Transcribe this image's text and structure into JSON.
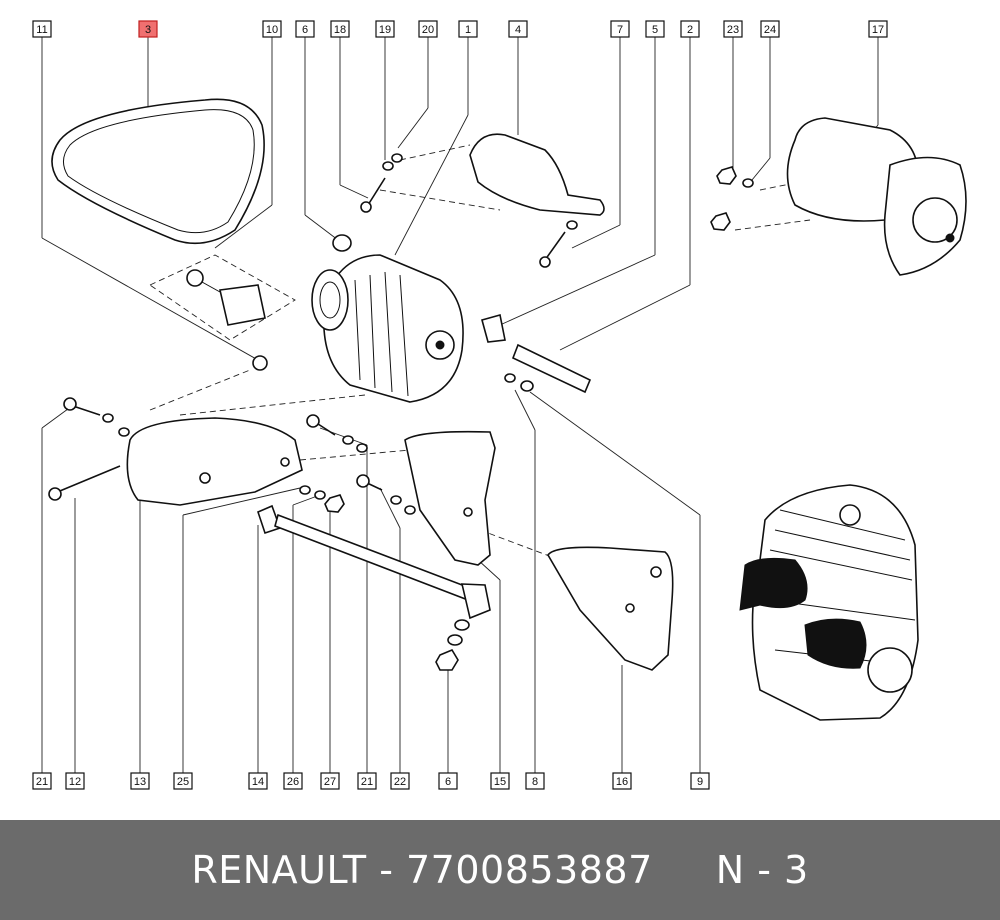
{
  "footer": {
    "brand": "RENAULT",
    "separator": " - ",
    "part_number": "7700853887",
    "gap": "     ",
    "position": "N - 3"
  },
  "highlight_color": "#f07070",
  "callouts": {
    "top": [
      "11",
      "3",
      "10",
      "6",
      "18",
      "19",
      "20",
      "1",
      "4",
      "7",
      "5",
      "2",
      "23",
      "24",
      "17"
    ],
    "bottom": [
      "21",
      "12",
      "13",
      "25",
      "14",
      "26",
      "27",
      "21",
      "22",
      "6",
      "15",
      "8",
      "16",
      "9"
    ],
    "highlighted": "3"
  }
}
